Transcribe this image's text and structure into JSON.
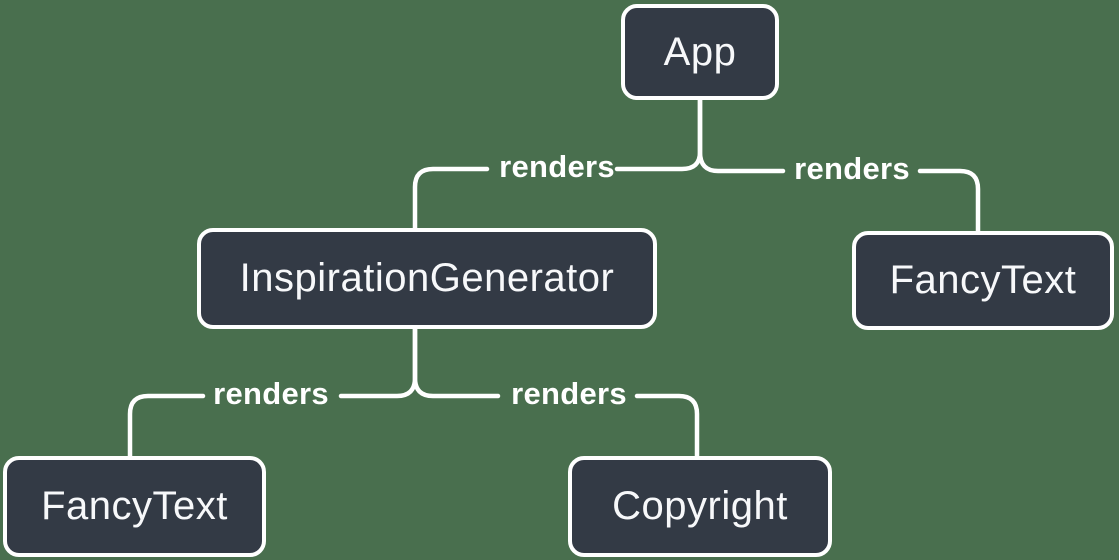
{
  "diagram": {
    "description": "Component render tree diagram",
    "colors": {
      "background": "#496F4E",
      "node_fill": "#333A45",
      "node_border": "#FFFFFF",
      "line": "#FFFFFF",
      "text": "#F7F8FA"
    },
    "nodes": {
      "app": {
        "label": "App"
      },
      "inspiration_generator": {
        "label": "InspirationGenerator"
      },
      "fancy_text_top": {
        "label": "FancyText"
      },
      "fancy_text_bottom": {
        "label": "FancyText"
      },
      "copyright": {
        "label": "Copyright"
      }
    },
    "edges": [
      {
        "from": "App",
        "to": "InspirationGenerator",
        "label": "renders"
      },
      {
        "from": "App",
        "to": "FancyText",
        "label": "renders"
      },
      {
        "from": "InspirationGenerator",
        "to": "FancyText",
        "label": "renders"
      },
      {
        "from": "InspirationGenerator",
        "to": "Copyright",
        "label": "renders"
      }
    ]
  }
}
